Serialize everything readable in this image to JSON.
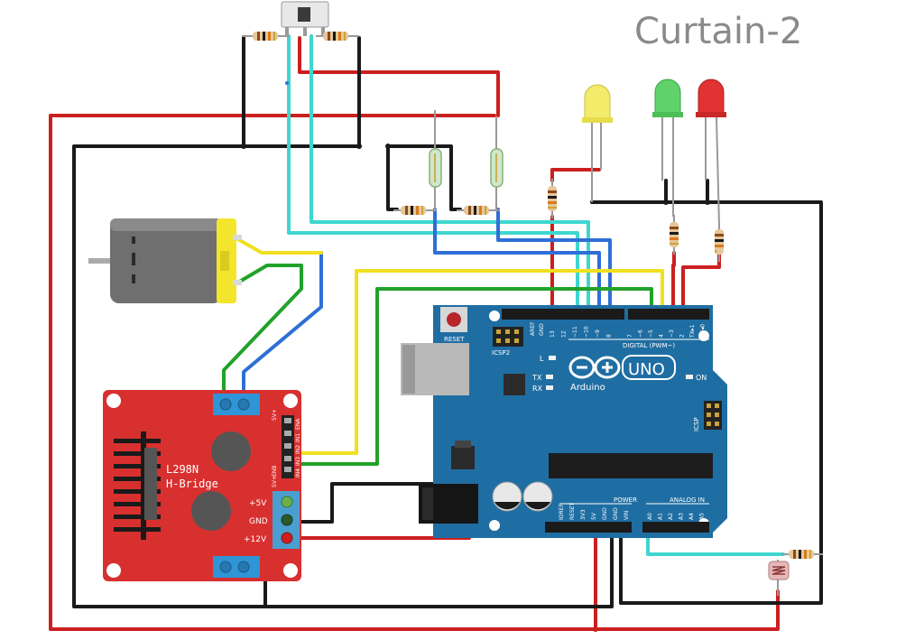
{
  "title": "Curtain-2",
  "colors": {
    "background": "#ffffff",
    "wire_red": "#cc1f1f",
    "wire_black": "#1a1a1a",
    "wire_cyan": "#3ed6d0",
    "wire_blue": "#2f6fd6",
    "wire_yellow": "#f0e020",
    "wire_green": "#22a22a",
    "arduino": "#1f6ea3",
    "l298n": "#d8302f",
    "motor_body": "#6f6f6f",
    "motor_cap": "#f2e52c",
    "led_yellow": "#f3ec6a",
    "led_green": "#5fd36a",
    "led_red": "#e23232"
  },
  "arduino": {
    "reset_label": "RESET",
    "icsp2_label": "ICSP2",
    "l_label": "L",
    "tx_label": "TX",
    "rx_label": "RX",
    "on_label": "ON",
    "icsp_label": "ICSP",
    "brand": "Arduino",
    "model": "UNO",
    "digital_label": "DIGITAL (PWM~)",
    "power_label": "POWER",
    "analog_label": "ANALOG IN",
    "aref_label": "AREF",
    "gnd_label": "GND",
    "digital_pins": [
      "13",
      "12",
      "~11",
      "~10",
      "~9",
      "8",
      "7",
      "~6",
      "~5",
      "4",
      "~3",
      "2",
      "TX▸1",
      "RX◂0"
    ],
    "power_pins": [
      "IOREF",
      "RESET",
      "3V3",
      "5V",
      "GND",
      "GND",
      "VIN"
    ],
    "analog_pins": [
      "A0",
      "A1",
      "A2",
      "A3",
      "A4",
      "A5"
    ]
  },
  "l298n": {
    "title_line1": "L298N",
    "title_line2": "H-Bridge",
    "pin_5v": "+5V",
    "pin_gnd": "GND",
    "pin_12v": "+12V",
    "side_labels": [
      "5V+",
      "ENA",
      "IN1",
      "IN2",
      "IN3",
      "IN4",
      "ENB",
      "5V+"
    ]
  }
}
